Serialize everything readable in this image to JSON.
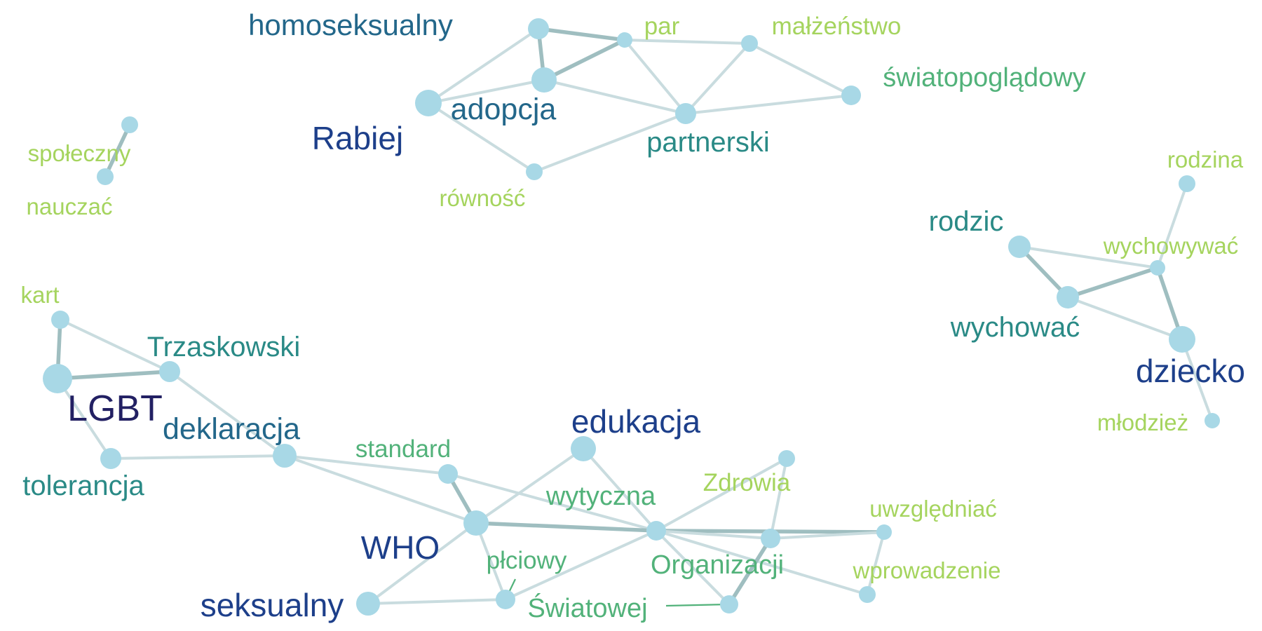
{
  "colors": {
    "edge": "#c9dcdf",
    "edge_strong": "#9fbec0",
    "node": "#a8d8e6",
    "tier1": "#222063",
    "tier2": "#1d3f8a",
    "tier3": "#23678a",
    "tier4": "#2a8a86",
    "tier5": "#52b27a",
    "tier6": "#a5d45e"
  },
  "nodes": [
    {
      "id": "homoseksualny",
      "label": "homoseksualny",
      "tier": 3
    },
    {
      "id": "par",
      "label": "par",
      "tier": 6
    },
    {
      "id": "malzenstwo",
      "label": "małżeństwo",
      "tier": 6
    },
    {
      "id": "swiatopogladowy",
      "label": "światopoglądowy",
      "tier": 5
    },
    {
      "id": "adopcja",
      "label": "adopcja",
      "tier": 3
    },
    {
      "id": "rabiej",
      "label": "Rabiej",
      "tier": 2
    },
    {
      "id": "partnerski",
      "label": "partnerski",
      "tier": 4
    },
    {
      "id": "rownosc",
      "label": "równość",
      "tier": 6
    },
    {
      "id": "spoleczny",
      "label": "społeczny",
      "tier": 6
    },
    {
      "id": "nauczac",
      "label": "nauczać",
      "tier": 6
    },
    {
      "id": "rodzina",
      "label": "rodzina",
      "tier": 6
    },
    {
      "id": "rodzic",
      "label": "rodzic",
      "tier": 4
    },
    {
      "id": "wychowywac",
      "label": "wychowywać",
      "tier": 6
    },
    {
      "id": "wychowac",
      "label": "wychować",
      "tier": 4
    },
    {
      "id": "dziecko",
      "label": "dziecko",
      "tier": 2
    },
    {
      "id": "mlodziez",
      "label": "młodzież",
      "tier": 6
    },
    {
      "id": "kart",
      "label": "kart",
      "tier": 6
    },
    {
      "id": "trzaskowski",
      "label": "Trzaskowski",
      "tier": 4
    },
    {
      "id": "lgbt",
      "label": "LGBT",
      "tier": 1
    },
    {
      "id": "deklaracja",
      "label": "deklaracja",
      "tier": 3
    },
    {
      "id": "tolerancja",
      "label": "tolerancja",
      "tier": 4
    },
    {
      "id": "standard",
      "label": "standard",
      "tier": 5
    },
    {
      "id": "edukacja",
      "label": "edukacja",
      "tier": 2
    },
    {
      "id": "wytyczna",
      "label": "wytyczna",
      "tier": 5
    },
    {
      "id": "zdrowia",
      "label": "Zdrowia",
      "tier": 6
    },
    {
      "id": "uwzgledniac",
      "label": "uwzględniać",
      "tier": 6
    },
    {
      "id": "who",
      "label": "WHO",
      "tier": 2
    },
    {
      "id": "organizacji",
      "label": "Organizacji",
      "tier": 5
    },
    {
      "id": "plciowy",
      "label": "płciowy",
      "tier": 5
    },
    {
      "id": "wprowadzenie",
      "label": "wprowadzenie",
      "tier": 6
    },
    {
      "id": "seksualny",
      "label": "seksualny",
      "tier": 2
    },
    {
      "id": "swiatowej",
      "label": "Światowej",
      "tier": 5
    }
  ],
  "edges": [
    [
      "homoseksualny",
      "par",
      "strong"
    ],
    [
      "homoseksualny",
      "adopcja",
      "strong"
    ],
    [
      "homoseksualny",
      "rabiej",
      "normal"
    ],
    [
      "par",
      "adopcja",
      "strong"
    ],
    [
      "par",
      "malzenstwo",
      "normal"
    ],
    [
      "par",
      "partnerski",
      "normal"
    ],
    [
      "malzenstwo",
      "partnerski",
      "normal"
    ],
    [
      "malzenstwo",
      "swiatopogladowy",
      "normal"
    ],
    [
      "partnerski",
      "swiatopogladowy",
      "normal"
    ],
    [
      "adopcja",
      "partnerski",
      "normal"
    ],
    [
      "adopcja",
      "rabiej",
      "normal"
    ],
    [
      "rabiej",
      "rownosc",
      "normal"
    ],
    [
      "rownosc",
      "partnerski",
      "normal"
    ],
    [
      "spoleczny",
      "nauczac",
      "strong"
    ],
    [
      "rodzina",
      "wychowywac",
      "normal"
    ],
    [
      "rodzic",
      "wychowywac",
      "normal"
    ],
    [
      "rodzic",
      "wychowac",
      "strong"
    ],
    [
      "wychowac",
      "wychowywac",
      "strong"
    ],
    [
      "wychowywac",
      "dziecko",
      "strong"
    ],
    [
      "wychowac",
      "dziecko",
      "normal"
    ],
    [
      "dziecko",
      "mlodziez",
      "normal"
    ],
    [
      "kart",
      "lgbt",
      "strong"
    ],
    [
      "kart",
      "trzaskowski",
      "normal"
    ],
    [
      "lgbt",
      "trzaskowski",
      "strong"
    ],
    [
      "lgbt",
      "tolerancja",
      "normal"
    ],
    [
      "trzaskowski",
      "deklaracja",
      "normal"
    ],
    [
      "tolerancja",
      "deklaracja",
      "normal"
    ],
    [
      "deklaracja",
      "standard",
      "normal"
    ],
    [
      "deklaracja",
      "who",
      "normal"
    ],
    [
      "standard",
      "who",
      "strong"
    ],
    [
      "standard",
      "wytyczna",
      "normal"
    ],
    [
      "edukacja",
      "who",
      "normal"
    ],
    [
      "edukacja",
      "wytyczna",
      "normal"
    ],
    [
      "who",
      "wytyczna",
      "strong"
    ],
    [
      "who",
      "seksualny",
      "normal"
    ],
    [
      "who",
      "plciowy",
      "normal"
    ],
    [
      "wytyczna",
      "zdrowia",
      "normal"
    ],
    [
      "wytyczna",
      "uwzgledniac",
      "strong"
    ],
    [
      "wytyczna",
      "organizacji",
      "normal"
    ],
    [
      "wytyczna",
      "swiatowej",
      "normal"
    ],
    [
      "wytyczna",
      "plciowy",
      "normal"
    ],
    [
      "wytyczna",
      "wprowadzenie",
      "normal"
    ],
    [
      "zdrowia",
      "organizacji",
      "normal"
    ],
    [
      "organizacji",
      "uwzgledniac",
      "normal"
    ],
    [
      "organizacji",
      "swiatowej",
      "strong"
    ],
    [
      "uwzgledniac",
      "wprowadzenie",
      "normal"
    ],
    [
      "seksualny",
      "plciowy",
      "normal"
    ]
  ]
}
